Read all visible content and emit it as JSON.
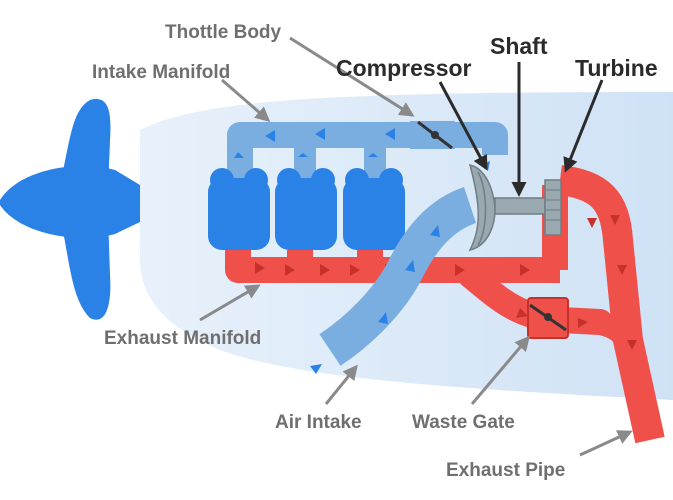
{
  "diagram": {
    "title": "Turbocharger system on a propeller aircraft engine",
    "labels": {
      "throttle_body": "Thottle Body",
      "intake_manifold": "Intake Manifold",
      "compressor": "Compressor",
      "shaft": "Shaft",
      "turbine": "Turbine",
      "exhaust_manifold": "Exhaust Manifold",
      "air_intake": "Air Intake",
      "waste_gate": "Waste Gate",
      "exhaust_pipe": "Exhaust Pipe"
    },
    "colors": {
      "intake_air": "#7aaee0",
      "intake_outline": "#5a93cf",
      "exhaust": "#f0504a",
      "propeller": "#2a82e6",
      "cowling": "#d8e8f8",
      "cylinder": "#2a82e6",
      "turbo_metal": "#9aa8b0",
      "label_gray": "#6f6f6f",
      "label_dark": "#2b2b2b"
    },
    "icons": [
      "propeller-icon",
      "cylinder-icon",
      "throttle-valve-icon",
      "compressor-wheel-icon",
      "turbine-wheel-icon",
      "wastegate-valve-icon",
      "flow-arrow-icon"
    ]
  }
}
